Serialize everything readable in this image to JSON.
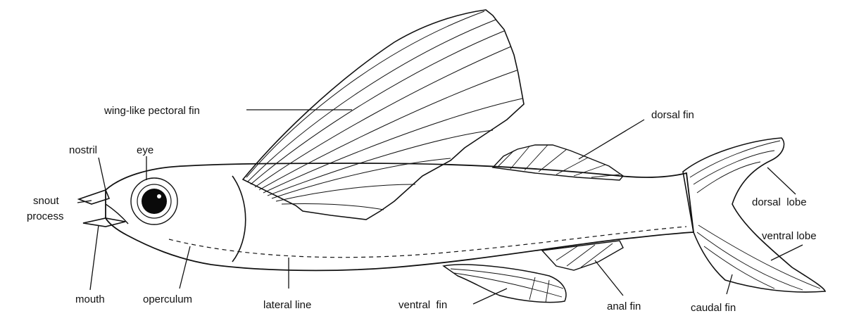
{
  "labels": {
    "pectoral_fin": "wing-like pectoral fin",
    "dorsal_fin": "dorsal fin",
    "nostril": "nostril",
    "eye": "eye",
    "snout_process_1": "snout",
    "snout_process_2": "process",
    "dorsal_lobe": "dorsal  lobe",
    "ventral_lobe": "ventral lobe",
    "mouth": "mouth",
    "operculum": "operculum",
    "lateral_line": "lateral line",
    "ventral_fin": "ventral  fin",
    "anal_fin": "anal fin",
    "caudal_fin": "caudal fin"
  }
}
